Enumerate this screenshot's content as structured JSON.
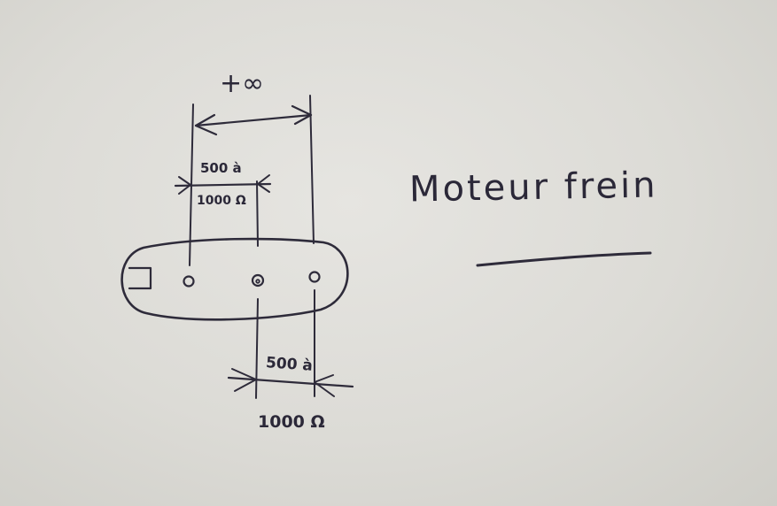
{
  "diagram": {
    "title": "Moteur frein",
    "labels": {
      "top_span": "+∞",
      "left_span_upper": "500 à",
      "left_span_lower": "1000 Ω",
      "bottom_span_upper": "500 à",
      "bottom_span_lower": "1000 Ω"
    },
    "colors": {
      "ink": "#2e2b3a",
      "paper": "#dcdbd6"
    }
  }
}
